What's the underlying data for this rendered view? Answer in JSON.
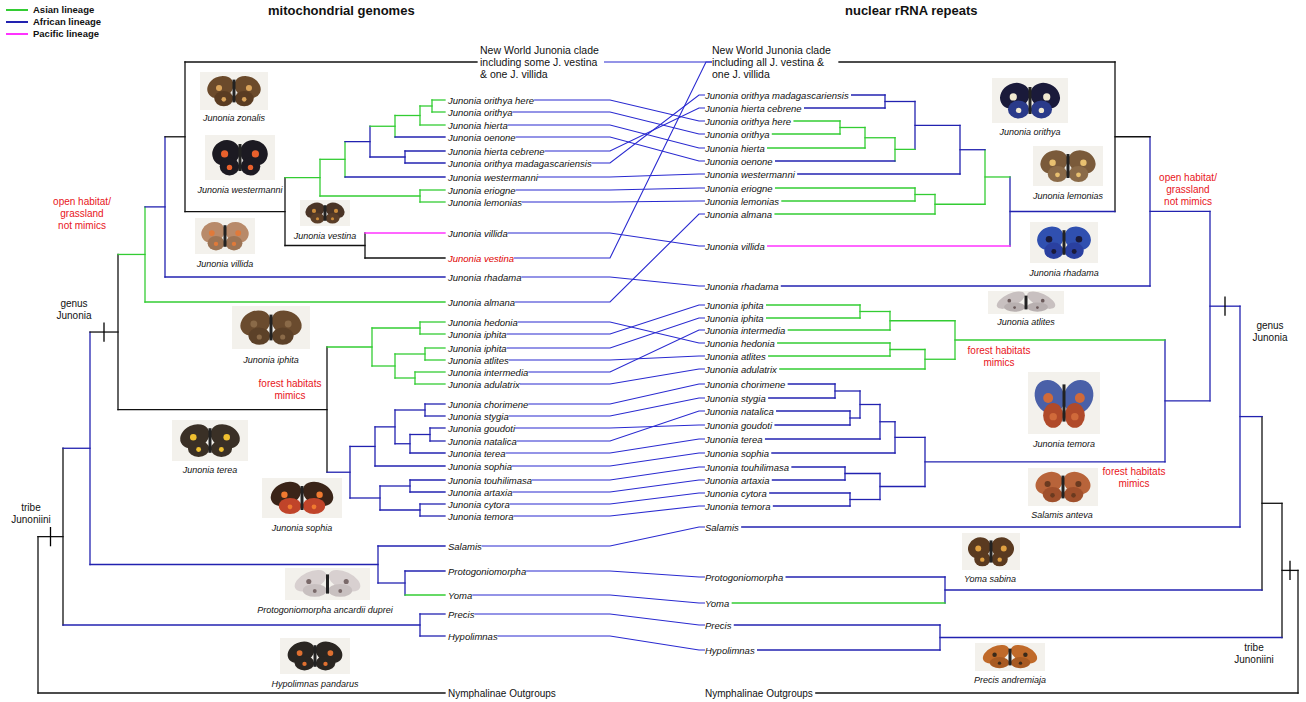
{
  "diagram": {
    "nodes": [
      {
        "text": [
          "New World Junonia clade including some J. vestina & one J. villida"
        ]
      },
      {
        "text": [
          "Junonia orithya here"
        ]
      },
      {
        "text": [
          "Junonia orithya"
        ]
      },
      {
        "text": [
          "Junonia hierta"
        ]
      },
      {
        "text": [
          "Junonia oenone"
        ]
      },
      {
        "text": [
          "Junonia hierta cebrene"
        ]
      },
      {
        "text": [
          "Junonia orithya madagascariensis"
        ]
      },
      {
        "text": [
          "Junonia westermanni"
        ]
      },
      {
        "text": [
          "Junonia eriogne"
        ]
      },
      {
        "text": [
          "Junonia lemonias"
        ]
      },
      {
        "text": [
          "Junonia villida"
        ]
      },
      {
        "text": [
          "Junonia vestina"
        ]
      },
      {
        "text": [
          "Junonia rhadama"
        ]
      },
      {
        "text": [
          "Junonia almana"
        ]
      },
      {
        "text": [
          "Junonia hedonia"
        ]
      },
      {
        "text": [
          "Junonia iphita"
        ]
      },
      {
        "text": [
          "Junonia iphita"
        ]
      },
      {
        "text": [
          "Junonia atlites"
        ]
      },
      {
        "text": [
          "Junonia intermedia"
        ]
      },
      {
        "text": [
          "Junonia adulatrix"
        ]
      },
      {
        "text": [
          "Junonia chorimene"
        ]
      },
      {
        "text": [
          "Junonia stygia"
        ]
      },
      {
        "text": [
          "Junonia goudoti"
        ]
      },
      {
        "text": [
          "Junonia natalica"
        ]
      },
      {
        "text": [
          "Junonia terea"
        ]
      },
      {
        "text": [
          "Junonia sophia"
        ]
      },
      {
        "text": [
          "Junonia touhilimasa"
        ]
      },
      {
        "text": [
          "Junonia artaxia"
        ]
      },
      {
        "text": [
          "Junonia cytora"
        ]
      },
      {
        "text": [
          "Junonia temora"
        ]
      },
      {
        "text": [
          "Salamis"
        ]
      },
      {
        "text": [
          "Protogoniomorpha"
        ]
      },
      {
        "text": [
          "Yoma"
        ]
      },
      {
        "text": [
          "Precis"
        ]
      },
      {
        "text": [
          "Hypolimnas"
        ]
      },
      {
        "text": [
          "Nymphalinae Outgroups"
        ]
      },
      {
        "text": [
          "New World Junonia clade including all J. vestina & one J. villida"
        ]
      },
      {
        "text": [
          "Junonia orithya madagascariensis"
        ]
      },
      {
        "text": [
          "Junonia hierta cebrene"
        ]
      },
      {
        "text": [
          "Junonia orithya here"
        ]
      },
      {
        "text": [
          "Junonia orithya"
        ]
      },
      {
        "text": [
          "Junonia hierta"
        ]
      },
      {
        "text": [
          "Junonia oenone"
        ]
      },
      {
        "text": [
          "Junonia westermanni"
        ]
      },
      {
        "text": [
          "Junonia eriogne"
        ]
      },
      {
        "text": [
          "Junonia lemonias"
        ]
      },
      {
        "text": [
          "Junonia almana"
        ]
      },
      {
        "text": [
          "Junonia villida"
        ]
      },
      {
        "text": [
          "Junonia rhadama"
        ]
      },
      {
        "text": [
          "Junonia iphita"
        ]
      },
      {
        "text": [
          "Junonia iphita"
        ]
      },
      {
        "text": [
          "Junonia intermedia"
        ]
      },
      {
        "text": [
          "Junonia hedonia"
        ]
      },
      {
        "text": [
          "Junonia atlites"
        ]
      },
      {
        "text": [
          "Junonia adulatrix"
        ]
      },
      {
        "text": [
          "Junonia chorimene"
        ]
      },
      {
        "text": [
          "Junonia stygia"
        ]
      },
      {
        "text": [
          "Junonia natalica"
        ]
      },
      {
        "text": [
          "Junonia goudoti"
        ]
      },
      {
        "text": [
          "Junonia terea"
        ]
      },
      {
        "text": [
          "Junonia sophia"
        ]
      },
      {
        "text": [
          "Junonia touhilimasa"
        ]
      },
      {
        "text": [
          "Junonia artaxia"
        ]
      },
      {
        "text": [
          "Junonia cytora"
        ]
      },
      {
        "text": [
          "Junonia temora"
        ]
      },
      {
        "text": [
          "Salamis"
        ]
      },
      {
        "text": [
          "Protogoniomorpha"
        ]
      },
      {
        "text": [
          "Yoma"
        ]
      },
      {
        "text": [
          "Precis"
        ]
      },
      {
        "text": [
          "Hypolimnas"
        ]
      },
      {
        "text": [
          "Nymphalinae Outgroups"
        ]
      }
    ],
    "edges": [
      {
        "from": 0,
        "to": 36,
        "arrow": "none"
      },
      {
        "from": 11,
        "to": 36,
        "arrow": "none"
      },
      {
        "from": 1,
        "to": 39,
        "arrow": "none"
      },
      {
        "from": 2,
        "to": 40,
        "arrow": "none"
      },
      {
        "from": 3,
        "to": 41,
        "arrow": "none"
      },
      {
        "from": 4,
        "to": 42,
        "arrow": "none"
      },
      {
        "from": 5,
        "to": 38,
        "arrow": "none"
      },
      {
        "from": 6,
        "to": 37,
        "arrow": "none"
      },
      {
        "from": 7,
        "to": 43,
        "arrow": "none"
      },
      {
        "from": 8,
        "to": 44,
        "arrow": "none"
      },
      {
        "from": 9,
        "to": 45,
        "arrow": "none"
      },
      {
        "from": 10,
        "to": 47,
        "arrow": "none"
      },
      {
        "from": 12,
        "to": 48,
        "arrow": "none"
      },
      {
        "from": 13,
        "to": 46,
        "arrow": "none"
      },
      {
        "from": 14,
        "to": 52,
        "arrow": "none"
      },
      {
        "from": 15,
        "to": 49,
        "arrow": "none"
      },
      {
        "from": 16,
        "to": 50,
        "arrow": "none"
      },
      {
        "from": 17,
        "to": 53,
        "arrow": "none"
      },
      {
        "from": 18,
        "to": 51,
        "arrow": "none"
      },
      {
        "from": 19,
        "to": 54,
        "arrow": "none"
      },
      {
        "from": 20,
        "to": 55,
        "arrow": "none"
      },
      {
        "from": 21,
        "to": 56,
        "arrow": "none"
      },
      {
        "from": 22,
        "to": 58,
        "arrow": "none"
      },
      {
        "from": 23,
        "to": 57,
        "arrow": "none"
      },
      {
        "from": 24,
        "to": 59,
        "arrow": "none"
      },
      {
        "from": 25,
        "to": 60,
        "arrow": "none"
      },
      {
        "from": 26,
        "to": 61,
        "arrow": "none"
      },
      {
        "from": 27,
        "to": 62,
        "arrow": "none"
      },
      {
        "from": 28,
        "to": 63,
        "arrow": "none"
      },
      {
        "from": 29,
        "to": 64,
        "arrow": "none"
      },
      {
        "from": 30,
        "to": 65,
        "arrow": "none"
      },
      {
        "from": 31,
        "to": 66,
        "arrow": "none"
      },
      {
        "from": 32,
        "to": 67,
        "arrow": "none"
      },
      {
        "from": 33,
        "to": 68,
        "arrow": "none"
      },
      {
        "from": 34,
        "to": 69,
        "arrow": "none"
      }
    ],
    "labels": [
      "mitochondrial genomes",
      "nuclear rRNA repeats",
      "open habitat/ grassland not mimics",
      "genus Junonia",
      "forest habitats mimics",
      "tribe Junoniini",
      "open habitat/ grassland not mimics",
      "genus Junonia",
      "forest habitats mimics",
      "forest habitats mimics",
      "tribe Junoniini",
      "Junonia zonalis",
      "Junonia westermanni",
      "Junonia vestina",
      "Junonia villida",
      "Junonia iphita",
      "Junonia terea",
      "Junonia sophia",
      "Protogoniomorpha ancardii duprei",
      "Hypolimnas pandarus",
      "Junonia orithya",
      "Junonia lemonias",
      "Junonia rhadama",
      "Junonia atlites",
      "Junonia temora",
      "Salamis anteva",
      "Yoma sabina",
      "Precis andremiaja"
    ],
    "legend": [
      {
        "text": "Asian lineage",
        "color": "#33cc33"
      },
      {
        "text": "African lineage",
        "color": "#2222b0"
      },
      {
        "text": "Pacific lineage",
        "color": "#ff33ff"
      }
    ]
  }
}
